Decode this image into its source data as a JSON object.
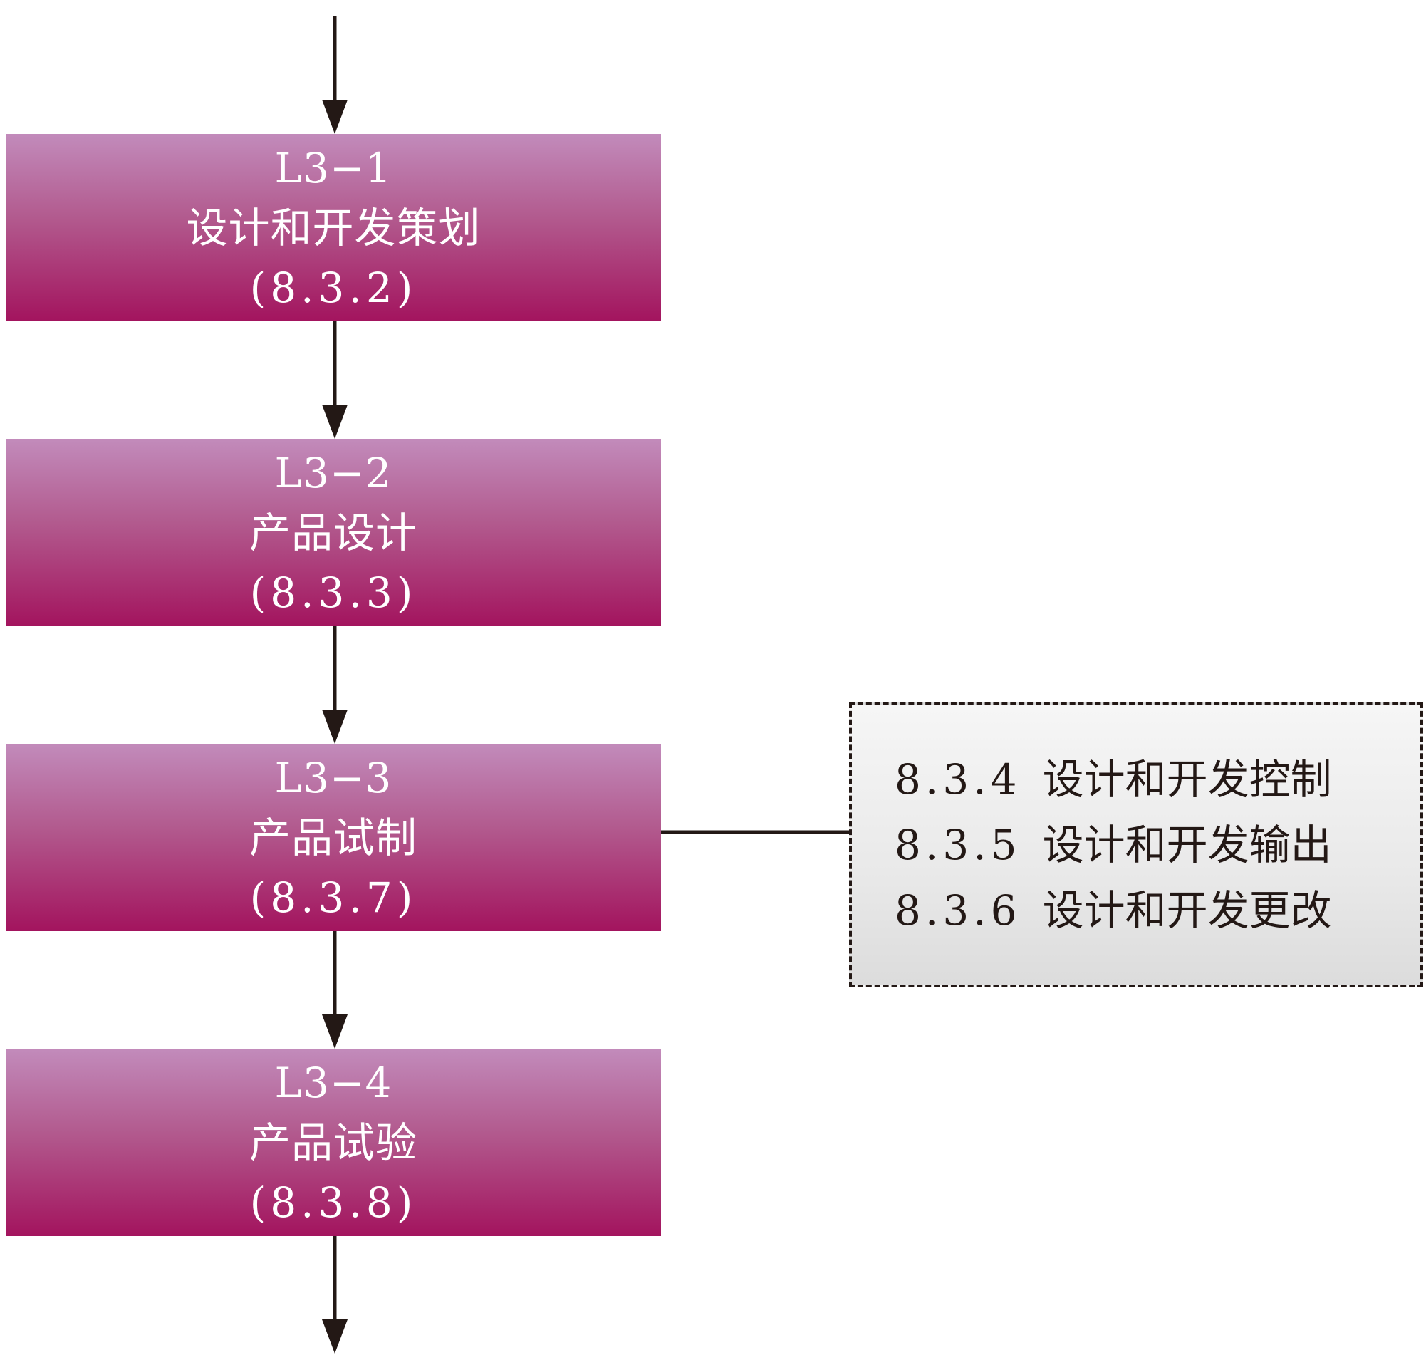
{
  "steps": [
    {
      "id": "L3−1",
      "name": "设计和开发策划",
      "clause": "(8.3.2)"
    },
    {
      "id": "L3−2",
      "name": "产品设计",
      "clause": "(8.3.3)"
    },
    {
      "id": "L3−3",
      "name": "产品试制",
      "clause": "(8.3.7)"
    },
    {
      "id": "L3−4",
      "name": "产品试验",
      "clause": "(8.3.8)"
    }
  ],
  "related_clauses": [
    {
      "code": "8.3.4",
      "name": "设计和开发控制"
    },
    {
      "code": "8.3.5",
      "name": "设计和开发输出"
    },
    {
      "code": "8.3.6",
      "name": "设计和开发更改"
    }
  ],
  "colors": {
    "step_top": "#c28bbb",
    "step_bottom": "#a3145e",
    "arrow": "#231815",
    "note_border": "#231815"
  }
}
